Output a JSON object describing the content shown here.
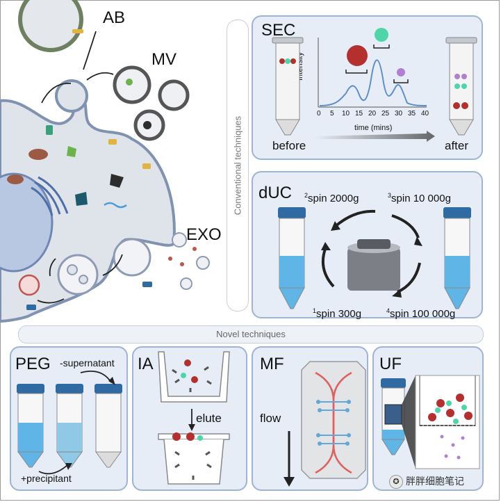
{
  "cell": {
    "labels": {
      "ab": "AB",
      "mv": "MV",
      "exo": "EXO"
    }
  },
  "sidebar": {
    "conventional_label": "Conventional techniques"
  },
  "divider": {
    "novel_label": "Novel techniques"
  },
  "sec": {
    "title": "SEC",
    "before_label": "before",
    "after_label": "after",
    "chart": {
      "ylabel": "Intensity",
      "xlabel": "time (mins)",
      "ticks": [
        "0",
        "5",
        "10",
        "15",
        "20",
        "25",
        "30",
        "35",
        "40"
      ]
    }
  },
  "duc": {
    "title": "dUC",
    "steps": [
      {
        "num": "1",
        "text": "spin 300g"
      },
      {
        "num": "2",
        "text": "spin 2000g"
      },
      {
        "num": "3",
        "text": "spin 10 000g"
      },
      {
        "num": "4",
        "text": "spin 100 000g"
      }
    ]
  },
  "peg": {
    "title": "PEG",
    "supernatant_label": "-supernatant",
    "precipitant_label": "+precipitant"
  },
  "ia": {
    "title": "IA",
    "elute_label": "elute"
  },
  "mf": {
    "title": "MF",
    "flow_label": "flow"
  },
  "uf": {
    "title": "UF"
  },
  "watermark": {
    "text": "胖胖细胞笔记"
  },
  "colors": {
    "panel_bg": "#e6edf7",
    "panel_border": "#9fb3d3",
    "cell_fill": "#dfe3ea",
    "membrane": "#7f93b0",
    "tube_cap": "#2f6aa3",
    "liquid": "#5fb6e6",
    "large_ev": "#b3302e",
    "medium_ev": "#4fd6a8",
    "small_ev": "#b07fd0"
  }
}
